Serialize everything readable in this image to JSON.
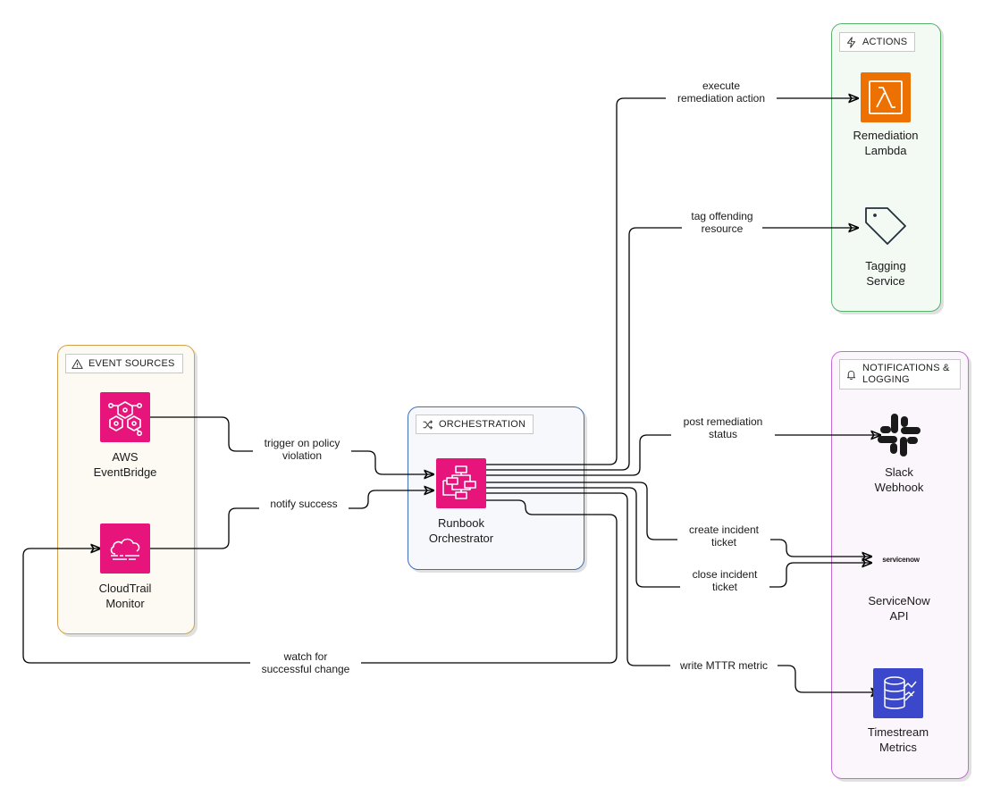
{
  "groups": {
    "event_sources": {
      "title": "EVENT SOURCES",
      "icon": "warning-triangle-icon",
      "color": "#d4a04c",
      "fill": "#fdfaf3"
    },
    "orchestration": {
      "title": "ORCHESTRATION",
      "icon": "shuffle-icon",
      "color": "#3f6fb5",
      "fill": "#f6f8fb"
    },
    "actions": {
      "title": "ACTIONS",
      "icon": "lightning-bolt-icon",
      "color": "#57b26b",
      "fill": "#f3faf4"
    },
    "notifications": {
      "title": "NOTIFICATIONS &\nLOGGING",
      "icon": "bell-icon",
      "color": "#c66bd6",
      "fill": "#fbf5fc"
    }
  },
  "nodes": {
    "eventbridge": {
      "label": "AWS\nEventBridge",
      "icon": "eventbridge-icon",
      "color": "#e7157b"
    },
    "cloudtrail": {
      "label": "CloudTrail\nMonitor",
      "icon": "cloudtrail-icon",
      "color": "#e7157b"
    },
    "orchestrator": {
      "label": "Runbook\nOrchestrator",
      "icon": "step-functions-icon",
      "color": "#e7157b"
    },
    "lambda": {
      "label": "Remediation\nLambda",
      "icon": "lambda-icon",
      "color": "#ed7100"
    },
    "tagging": {
      "label": "Tagging\nService",
      "icon": "tag-icon",
      "color": "#232f3e"
    },
    "slack": {
      "label": "Slack\nWebhook",
      "icon": "slack-icon",
      "color": "#1a1a1a"
    },
    "servicenow": {
      "label": "ServiceNow\nAPI",
      "icon": "servicenow-logo",
      "logo_text": "servicenow",
      "color": "#1a1a1a"
    },
    "timestream": {
      "label": "Timestream\nMetrics",
      "icon": "timestream-icon",
      "color": "#3b48cc"
    }
  },
  "edges": {
    "trigger": "trigger on policy\nviolation",
    "notify": "notify success",
    "execute": "execute\nremediation action",
    "tag": "tag offending\nresource",
    "post": "post remediation\nstatus",
    "create": "create incident\nticket",
    "close": "close incident\nticket",
    "write": "write MTTR metric",
    "watch": "watch for\nsuccessful change"
  }
}
